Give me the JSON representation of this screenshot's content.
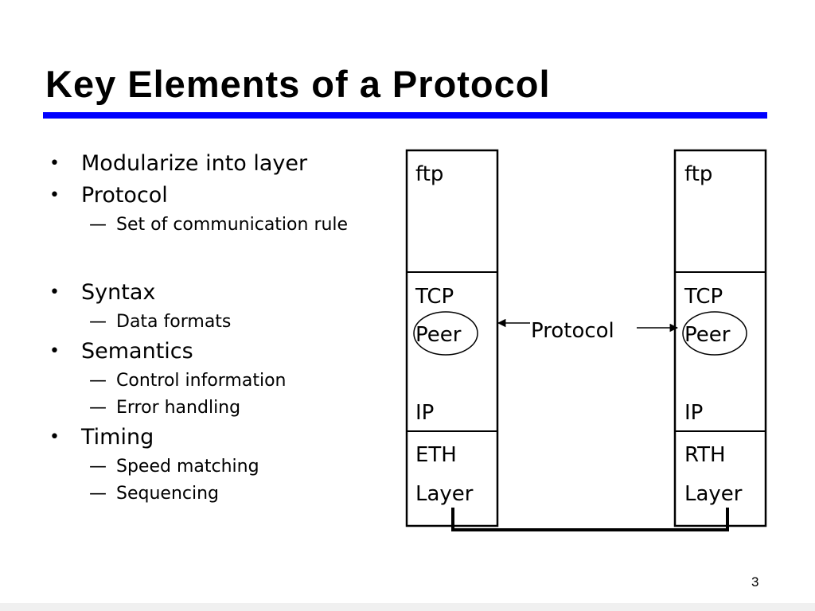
{
  "slide": {
    "title": "Key Elements of a Protocol",
    "page_number": "3",
    "accent_color": "#0000ff"
  },
  "bullets": [
    {
      "text": "Modularize into layer",
      "subs": []
    },
    {
      "text": "Protocol",
      "subs": [
        "Set of communication rule"
      ]
    },
    {
      "text": "Syntax",
      "subs": [
        "Data formats"
      ]
    },
    {
      "text": "Semantics",
      "subs": [
        "Control information",
        "Error handling"
      ]
    },
    {
      "text": "Timing",
      "subs": [
        "Speed matching",
        "Sequencing"
      ]
    }
  ],
  "bullet_glyph": "•",
  "sub_glyph": "—",
  "diagram": {
    "left_stack": [
      "ftp",
      "TCP",
      "Peer",
      "IP",
      "ETH",
      "Layer"
    ],
    "right_stack": [
      "ftp",
      "TCP",
      "Peer",
      "IP",
      "RTH",
      "Layer"
    ],
    "link_label": "Protocol"
  }
}
